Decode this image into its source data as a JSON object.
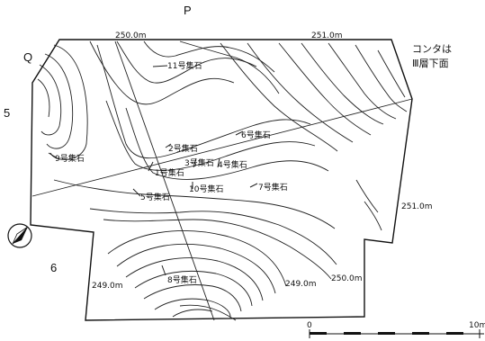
{
  "grid_labels": {
    "column_top": "P",
    "row_left_q": "Q",
    "row_5": "5",
    "row_6": "6"
  },
  "elevations": {
    "e250_top": "250.0m",
    "e251_top": "251.0m",
    "e251_right": "251.0m",
    "e249_left": "249.0m",
    "e249_mid": "249.0m",
    "e250_right": "250.0m"
  },
  "contour_note": [
    "コンタは",
    "Ⅲ層下面"
  ],
  "stone_clusters": {
    "s1": "1号集石",
    "s2": "2号集石",
    "s3": "3号集石",
    "s4": "4号集石",
    "s5": "5号集石",
    "s6": "6号集石",
    "s7": "7号集石",
    "s8": "8号集石",
    "s9": "9号集石",
    "s10": "10号集石",
    "s11": "11号集石"
  },
  "scale_bar": {
    "start": "0",
    "end": "10m"
  },
  "north_arrow": {
    "icon": "north-arrow-icon"
  }
}
